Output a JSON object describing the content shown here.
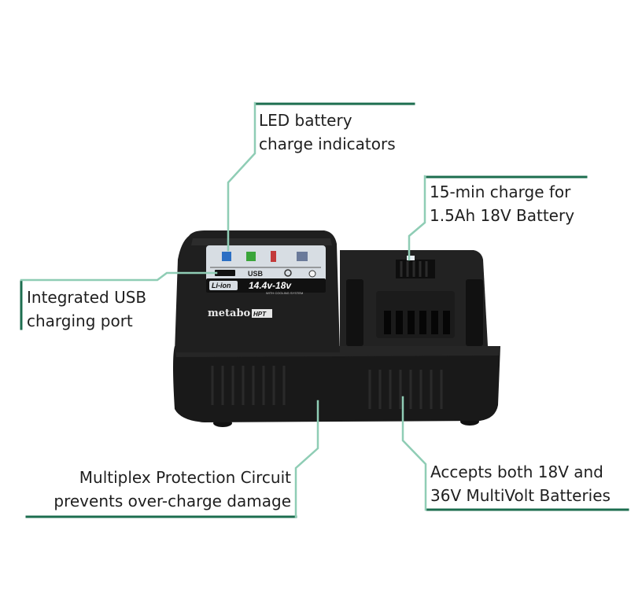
{
  "colors": {
    "accent_dark": "#1c6e4f",
    "accent_light": "#8fcdb5",
    "body_dark": "#1a1a1a",
    "panel": "#d7dde3"
  },
  "callouts": {
    "led": {
      "line1": "LED battery",
      "line2": "charge indicators"
    },
    "charge": {
      "line1": "15-min charge for",
      "line2": "1.5Ah 18V Battery"
    },
    "usb": {
      "line1": "Integrated USB",
      "line2": "charging port"
    },
    "protection": {
      "line1": "Multiplex Protection Circuit",
      "line2": "prevents over-charge damage"
    },
    "accepts": {
      "line1": "Accepts both 18V and",
      "line2": "36V MultiVolt Batteries"
    }
  },
  "product": {
    "brand": "metabo",
    "brand_suffix": "HPT",
    "usb_label": "USB",
    "chemistry": "Li-ion",
    "voltage": "14.4v-18v",
    "cooling": "WITH COOLING SYSTEM"
  }
}
